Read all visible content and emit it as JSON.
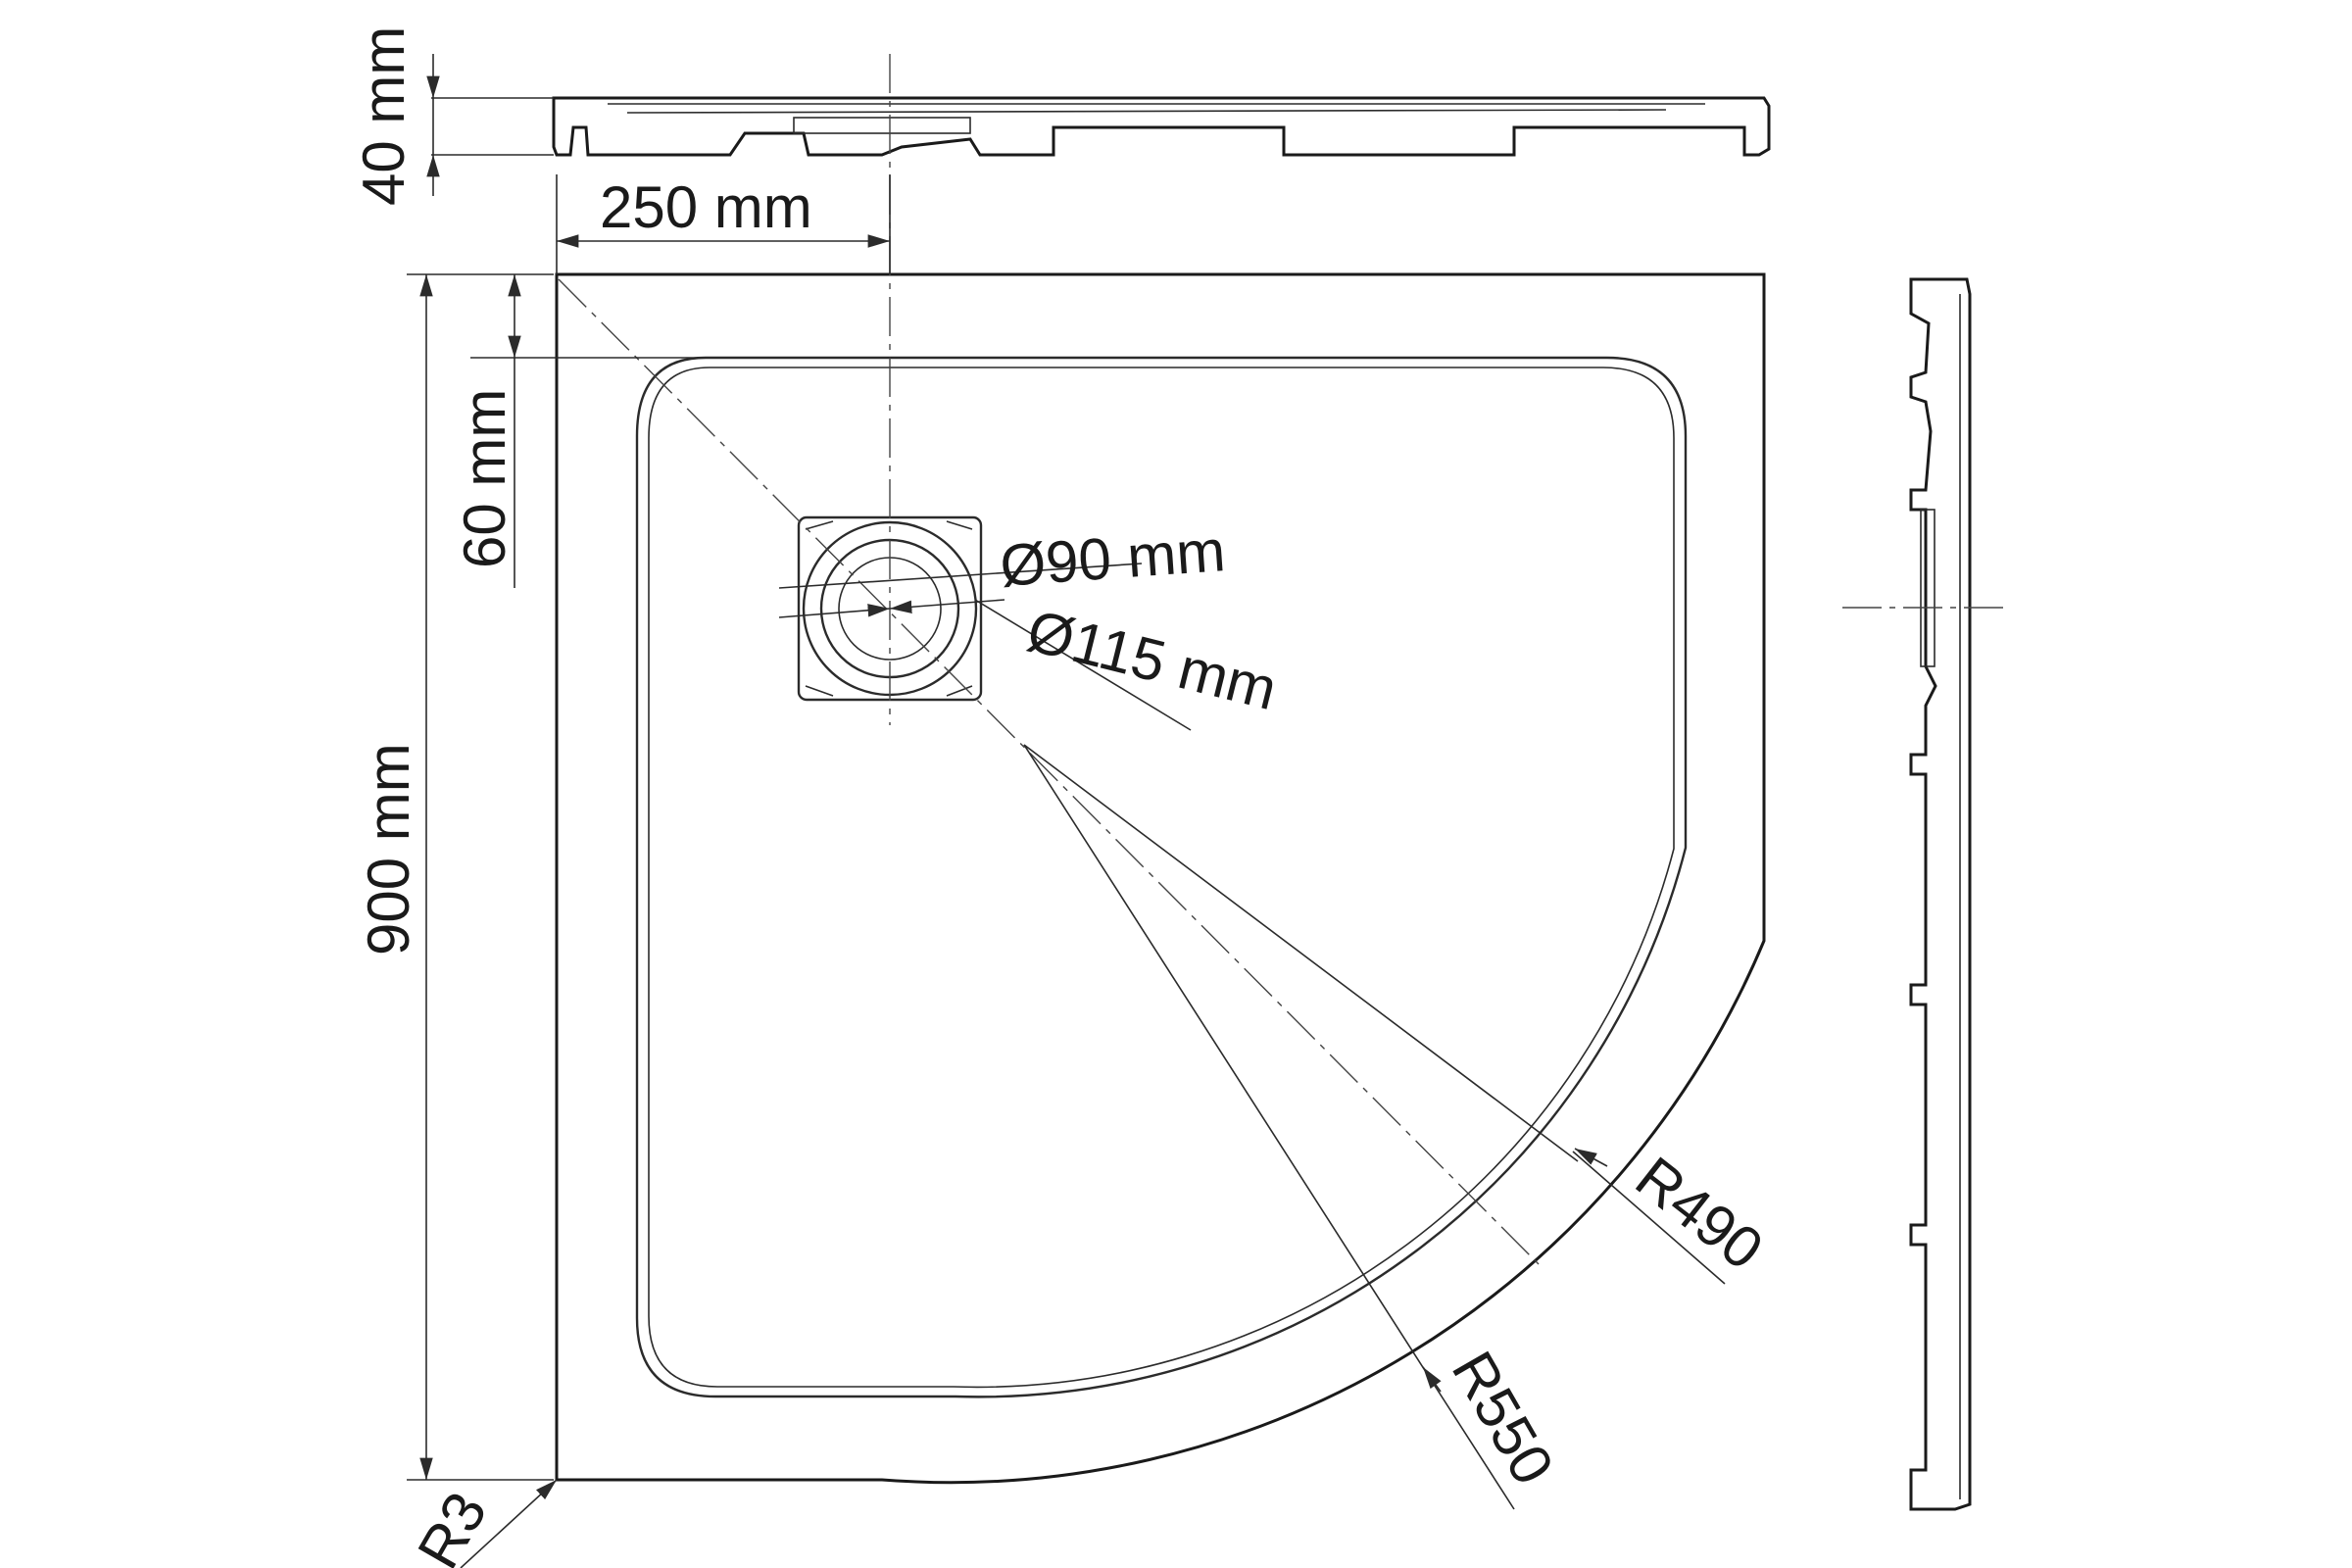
{
  "dimensions": {
    "height": "40 mm",
    "drain_offset": "250 mm",
    "rim_width": "60 mm",
    "side_length": "900 mm",
    "inner_diameter": "Ø90 mm",
    "outer_diameter": "Ø115 mm",
    "inner_radius": "R490",
    "outer_radius": "R550",
    "corner_radius": "R3"
  },
  "colors": {
    "line": "#2b2b2b",
    "hatch": "#cfcfcf",
    "background": "#ffffff"
  }
}
